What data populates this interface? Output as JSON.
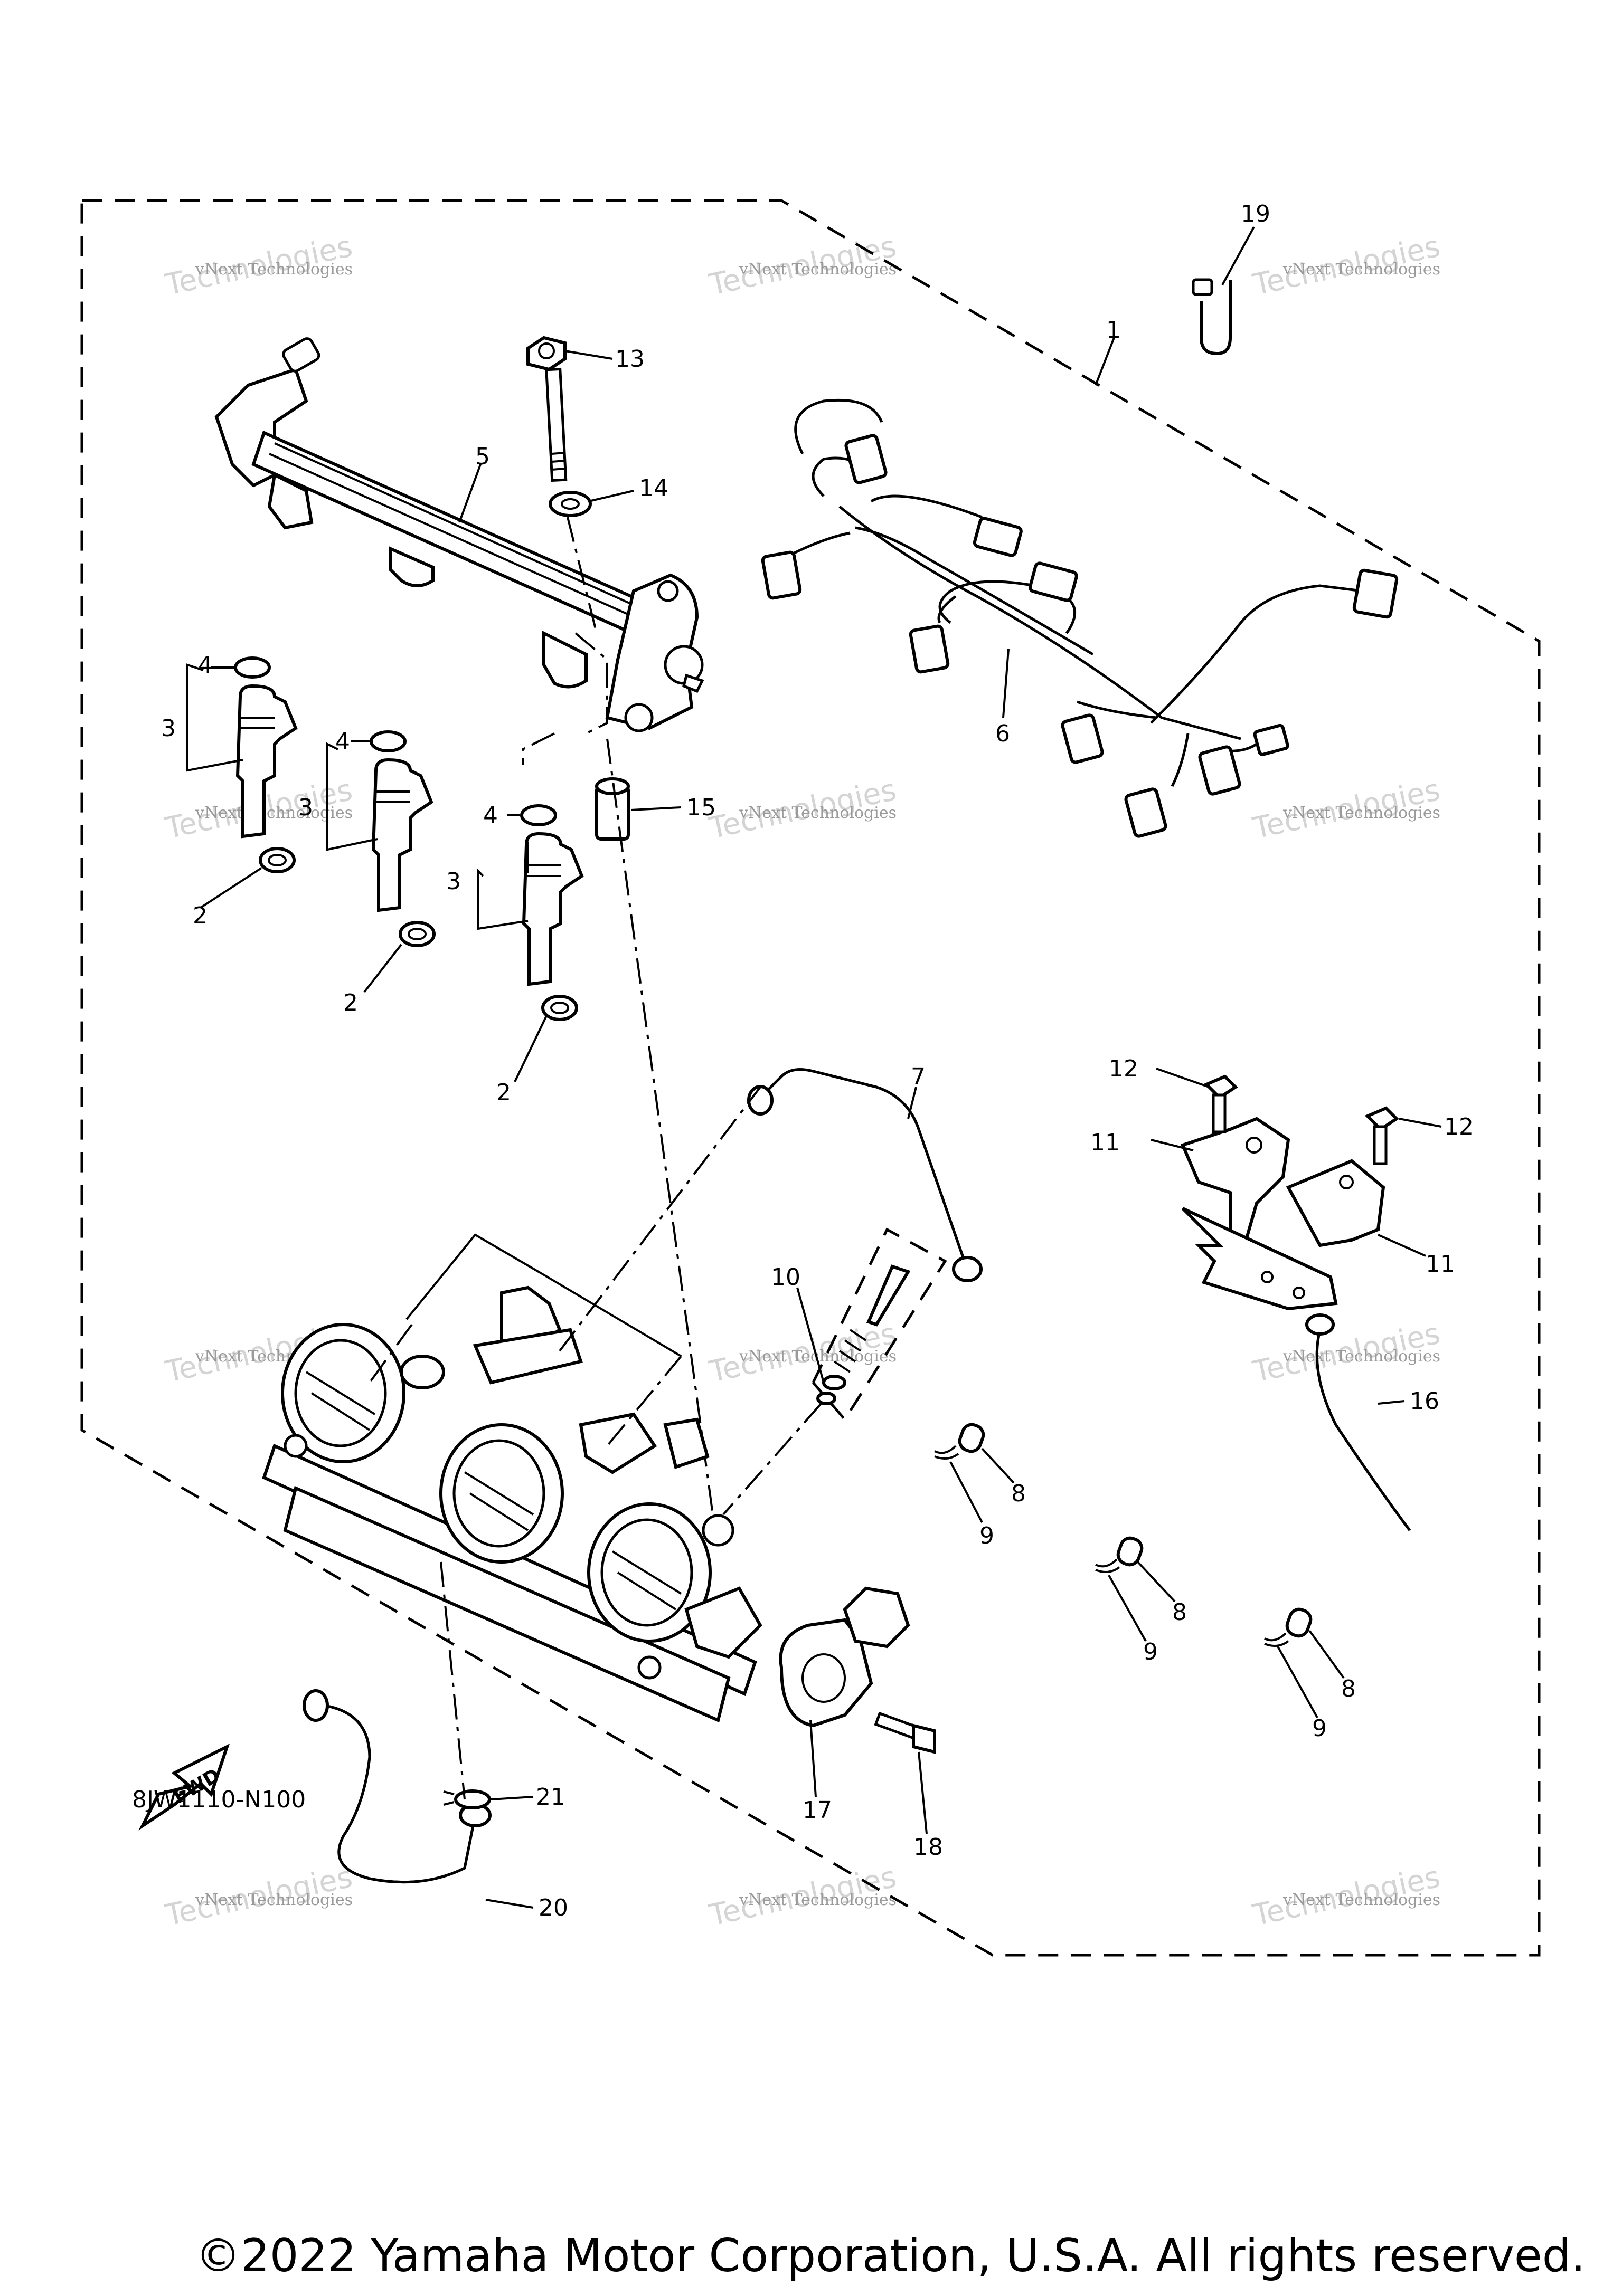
{
  "diagram": {
    "callouts": {
      "c1": "1",
      "c2a": "2",
      "c2b": "2",
      "c2c": "2",
      "c3a": "3",
      "c3b": "3",
      "c3c": "3",
      "c4a": "4",
      "c4b": "4",
      "c4c": "4",
      "c5": "5",
      "c6": "6",
      "c7": "7",
      "c8a": "8",
      "c8b": "8",
      "c8c": "8",
      "c9a": "9",
      "c9b": "9",
      "c9c": "9",
      "c10": "10",
      "c11a": "11",
      "c11b": "11",
      "c12a": "12",
      "c12b": "12",
      "c13": "13",
      "c14": "14",
      "c15": "15",
      "c16": "16",
      "c17": "17",
      "c18": "18",
      "c19": "19",
      "c20": "20",
      "c21": "21"
    },
    "watermark": {
      "line1": "vNext Technologies",
      "line2": "Technologies"
    },
    "fwd_label": "FWD",
    "diagram_code": "8JW1110-N100",
    "copyright": "©2022 Yamaha Motor Corporation, U.S.A. All rights reserved."
  }
}
